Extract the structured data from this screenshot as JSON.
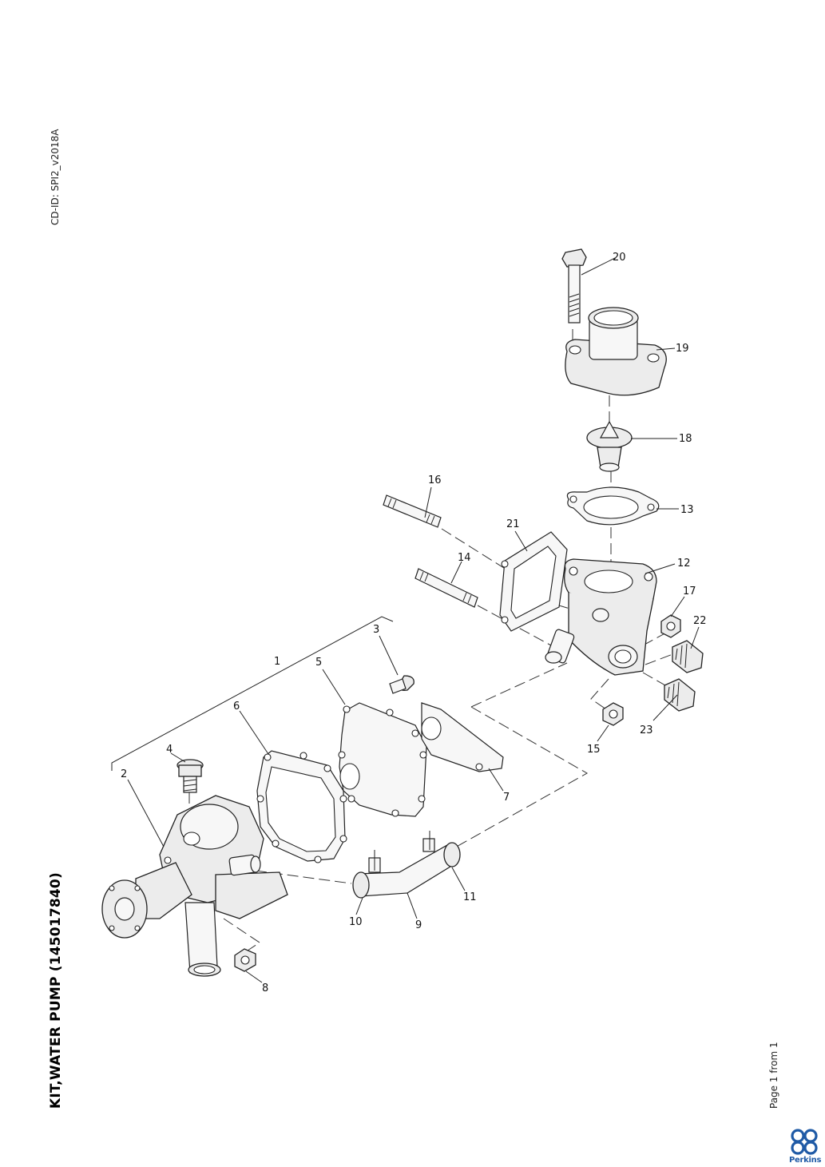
{
  "document": {
    "cd_id": "CD-ID: SPI2_v2018A",
    "title": "KIT,WATER PUMP (145017840)",
    "page_label": "Page 1 from 1"
  },
  "brand": {
    "name": "Perkins",
    "color": "#1f5aa6"
  },
  "callouts": [
    "1",
    "2",
    "3",
    "4",
    "5",
    "6",
    "7",
    "8",
    "9",
    "10",
    "11",
    "12",
    "13",
    "14",
    "15",
    "16",
    "17",
    "18",
    "19",
    "20",
    "21",
    "22",
    "23"
  ]
}
